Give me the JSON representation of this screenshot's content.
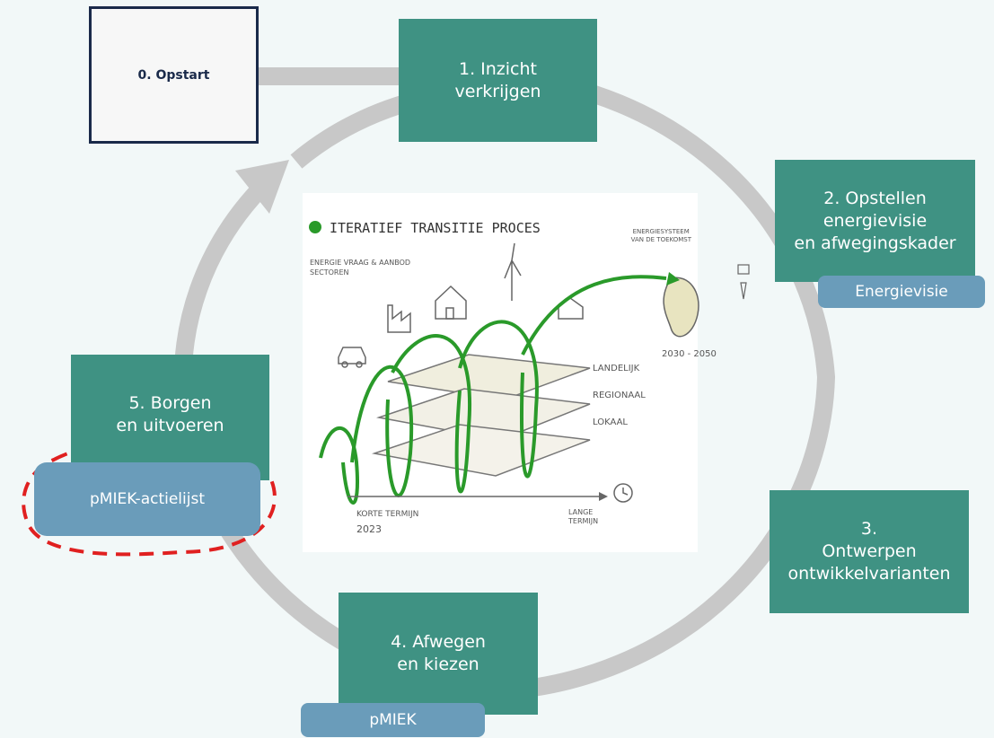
{
  "steps": {
    "step0": "0. Opstart",
    "step1": "1.   Inzicht\nverkrijgen",
    "step2": "2. Opstellen\nenergievisie\nen afwegingskader",
    "step3": "3.\nOntwerpen\nontwikkelvarianten",
    "step4": "4. Afwegen\nen kiezen",
    "step5": "5. Borgen\nen uitvoeren"
  },
  "tags": {
    "energievisie": "Energievisie",
    "actielijst": "pMIEK-actielijst",
    "pmiek": "pMIEK"
  },
  "sketch": {
    "title": "ITERATIEF TRANSITIE PROCES",
    "sectors": "ENERGIE VRAAG & AANBOD\nSECTOREN",
    "future": "ENERGIESYSTEEM\nVAN DE TOEKOMST",
    "years_future": "2030 - 2050",
    "landelijk": "LANDELIJK",
    "regionaal": "REGIONAAL",
    "lokaal": "LOKAAL",
    "korte_termijn": "KORTE TERMIJN",
    "year_start": "2023",
    "lange_termijn": "LANGE\nTERMIJN"
  },
  "colors": {
    "step_green": "#3f9283",
    "tag_blue": "#6a9cba",
    "ring_gray": "#c8c8c8",
    "highlight_red": "#e02020",
    "sketch_green": "#2a9a2a"
  }
}
